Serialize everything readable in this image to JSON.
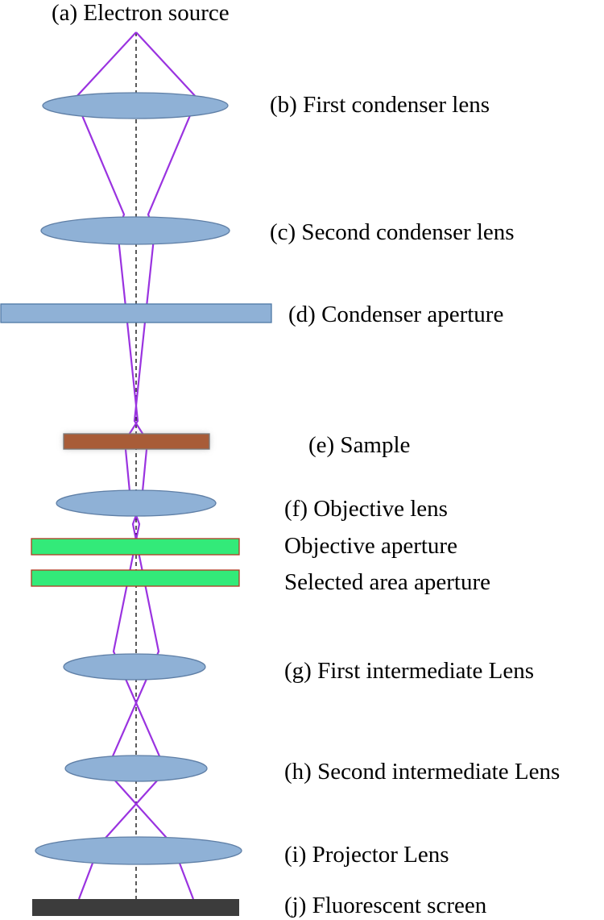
{
  "labels": {
    "source": "(a) Electron source",
    "first_condenser": "(b) First condenser lens",
    "second_condenser": "(c) Second condenser lens",
    "condenser_aperture": "(d) Condenser aperture",
    "sample": "(e) Sample",
    "objective_lens": "(f) Objective lens",
    "objective_aperture": "Objective aperture",
    "selected_area_aperture": "Selected area aperture",
    "first_intermediate": "(g) First intermediate Lens",
    "second_intermediate": "(h) Second intermediate Lens",
    "projector": "(i) Projector Lens",
    "screen": "(j) Fluorescent screen"
  },
  "colors": {
    "lens_fill": "#8fb1d6",
    "lens_stroke": "#5f7fa6",
    "condenser_aperture_fill": "#8fb1d6",
    "condenser_aperture_stroke": "#4f78a6",
    "sample_fill": "#a85c38",
    "sample_stroke": "#7a7a7a",
    "aperture_fill": "#33ea79",
    "aperture_stroke": "#b23a22",
    "screen_fill": "#3c3c3c",
    "ray": "#9a33e0",
    "axis": "#000000"
  }
}
